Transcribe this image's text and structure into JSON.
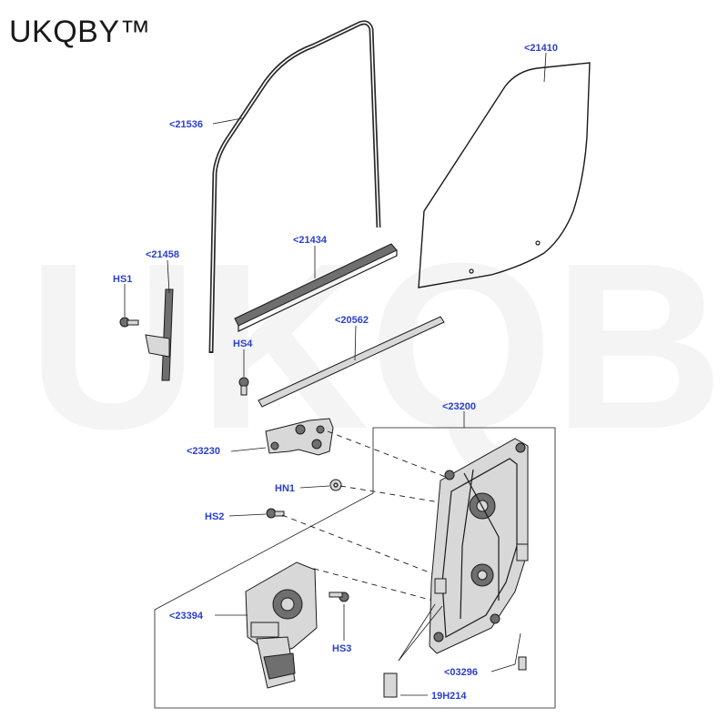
{
  "brand": {
    "name": "UKQBY™"
  },
  "watermark": {
    "text": "UKQBY™"
  },
  "labels": {
    "p21536": "<21536",
    "p21410": "<21410",
    "p21458": "<21458",
    "hs1": "HS1",
    "p21434": "<21434",
    "p20562": "<20562",
    "hs4": "HS4",
    "p23200": "<23200",
    "p23230": "<23230",
    "hn1": "HN1",
    "hs2": "HS2",
    "p23394": "<23394",
    "hs3": "HS3",
    "p03296": "<03296",
    "p19h214": "19H214"
  }
}
